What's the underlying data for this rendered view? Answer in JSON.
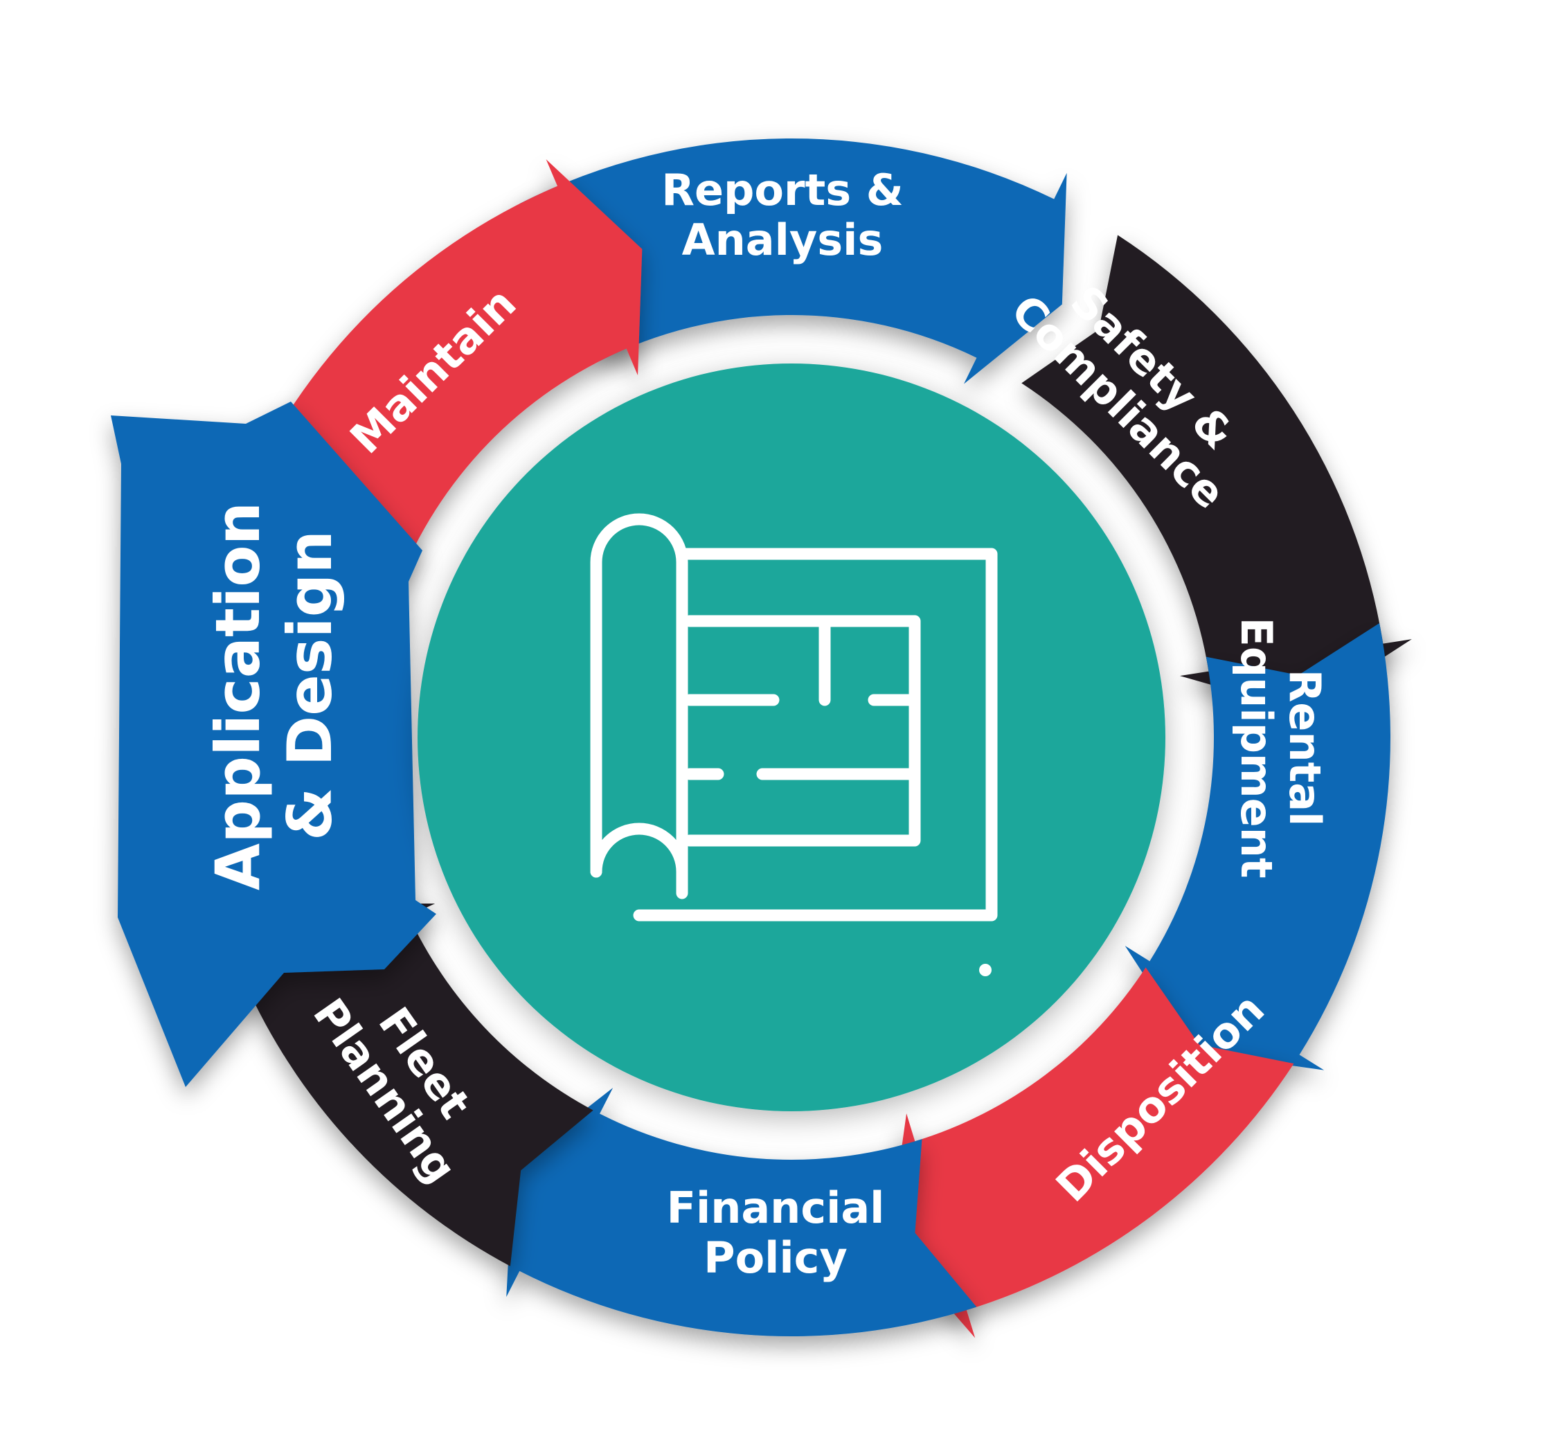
{
  "colors": {
    "blue": "#0a67b5",
    "red": "#e83744",
    "black": "#221f20",
    "teal": "#1ca79b",
    "icon_stroke": "#ffffff"
  },
  "center": {
    "icon": "blueprint-icon"
  },
  "segments": [
    {
      "id": "reports",
      "lines": [
        "Reports &",
        "Analysis"
      ],
      "color": "blue"
    },
    {
      "id": "safety",
      "lines": [
        "Safety &",
        "Compliance"
      ],
      "color": "black"
    },
    {
      "id": "rental",
      "lines": [
        "Rental",
        "Equipment"
      ],
      "color": "blue"
    },
    {
      "id": "disposition",
      "lines": [
        "Disposition"
      ],
      "color": "red"
    },
    {
      "id": "financial",
      "lines": [
        "Financial",
        "Policy"
      ],
      "color": "blue"
    },
    {
      "id": "fleet",
      "lines": [
        "Fleet",
        "Planning"
      ],
      "color": "black"
    },
    {
      "id": "maintain",
      "lines": [
        "Maintain"
      ],
      "color": "red"
    }
  ],
  "highlight": {
    "lines": [
      "Application",
      "& Design"
    ],
    "color": "blue"
  }
}
